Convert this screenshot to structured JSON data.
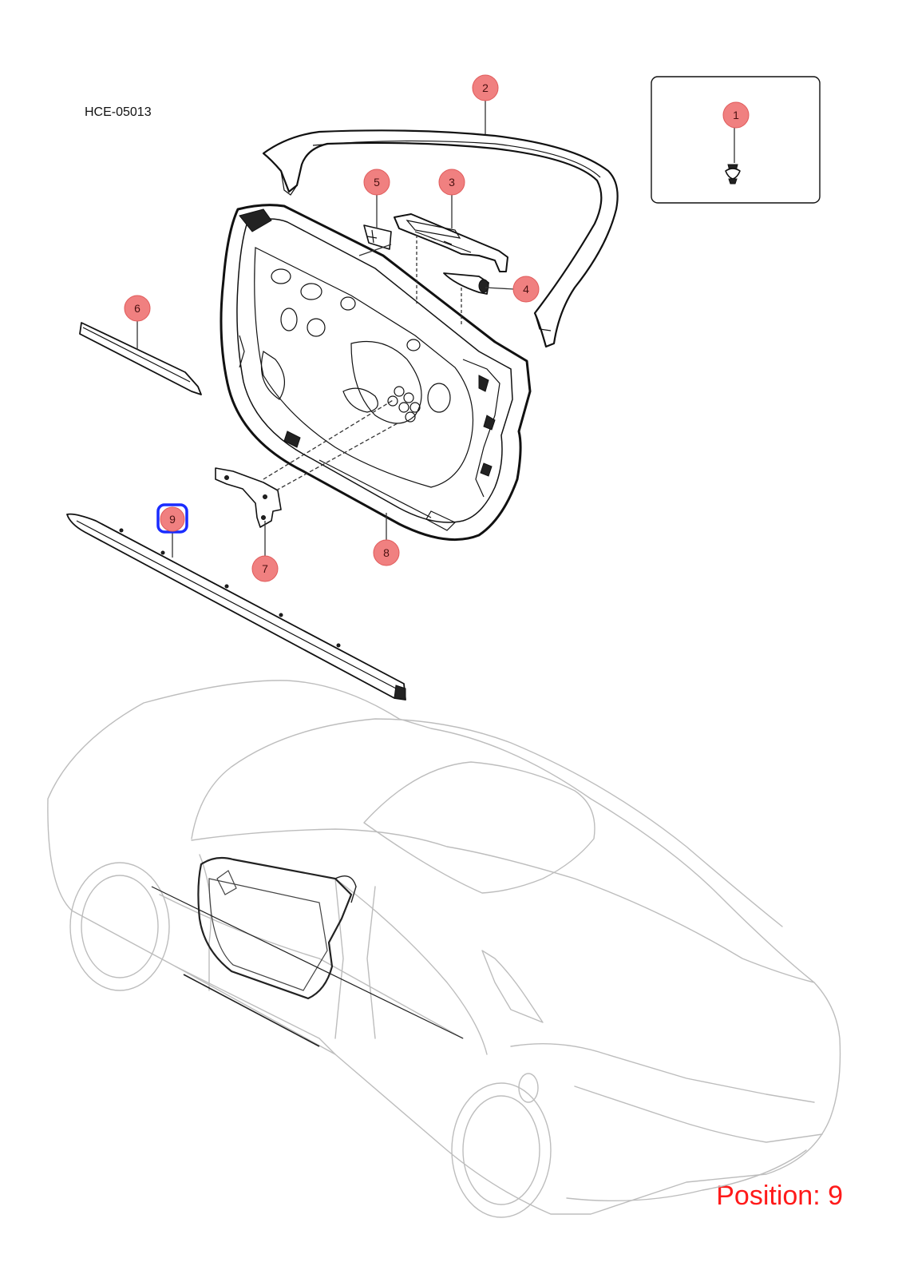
{
  "diagram_code": "HCE-05013",
  "position_label": "Position: 9",
  "selected_part": "9",
  "colors": {
    "callout_fill": "#f08080",
    "selection_frame": "#1a2cff",
    "position_text": "#ff1a1a",
    "car_outline": "#bdbdbd"
  },
  "callouts": [
    {
      "id": "1",
      "label": "1"
    },
    {
      "id": "2",
      "label": "2"
    },
    {
      "id": "3",
      "label": "3"
    },
    {
      "id": "4",
      "label": "4"
    },
    {
      "id": "5",
      "label": "5"
    },
    {
      "id": "6",
      "label": "6"
    },
    {
      "id": "7",
      "label": "7"
    },
    {
      "id": "8",
      "label": "8"
    },
    {
      "id": "9",
      "label": "9"
    }
  ]
}
